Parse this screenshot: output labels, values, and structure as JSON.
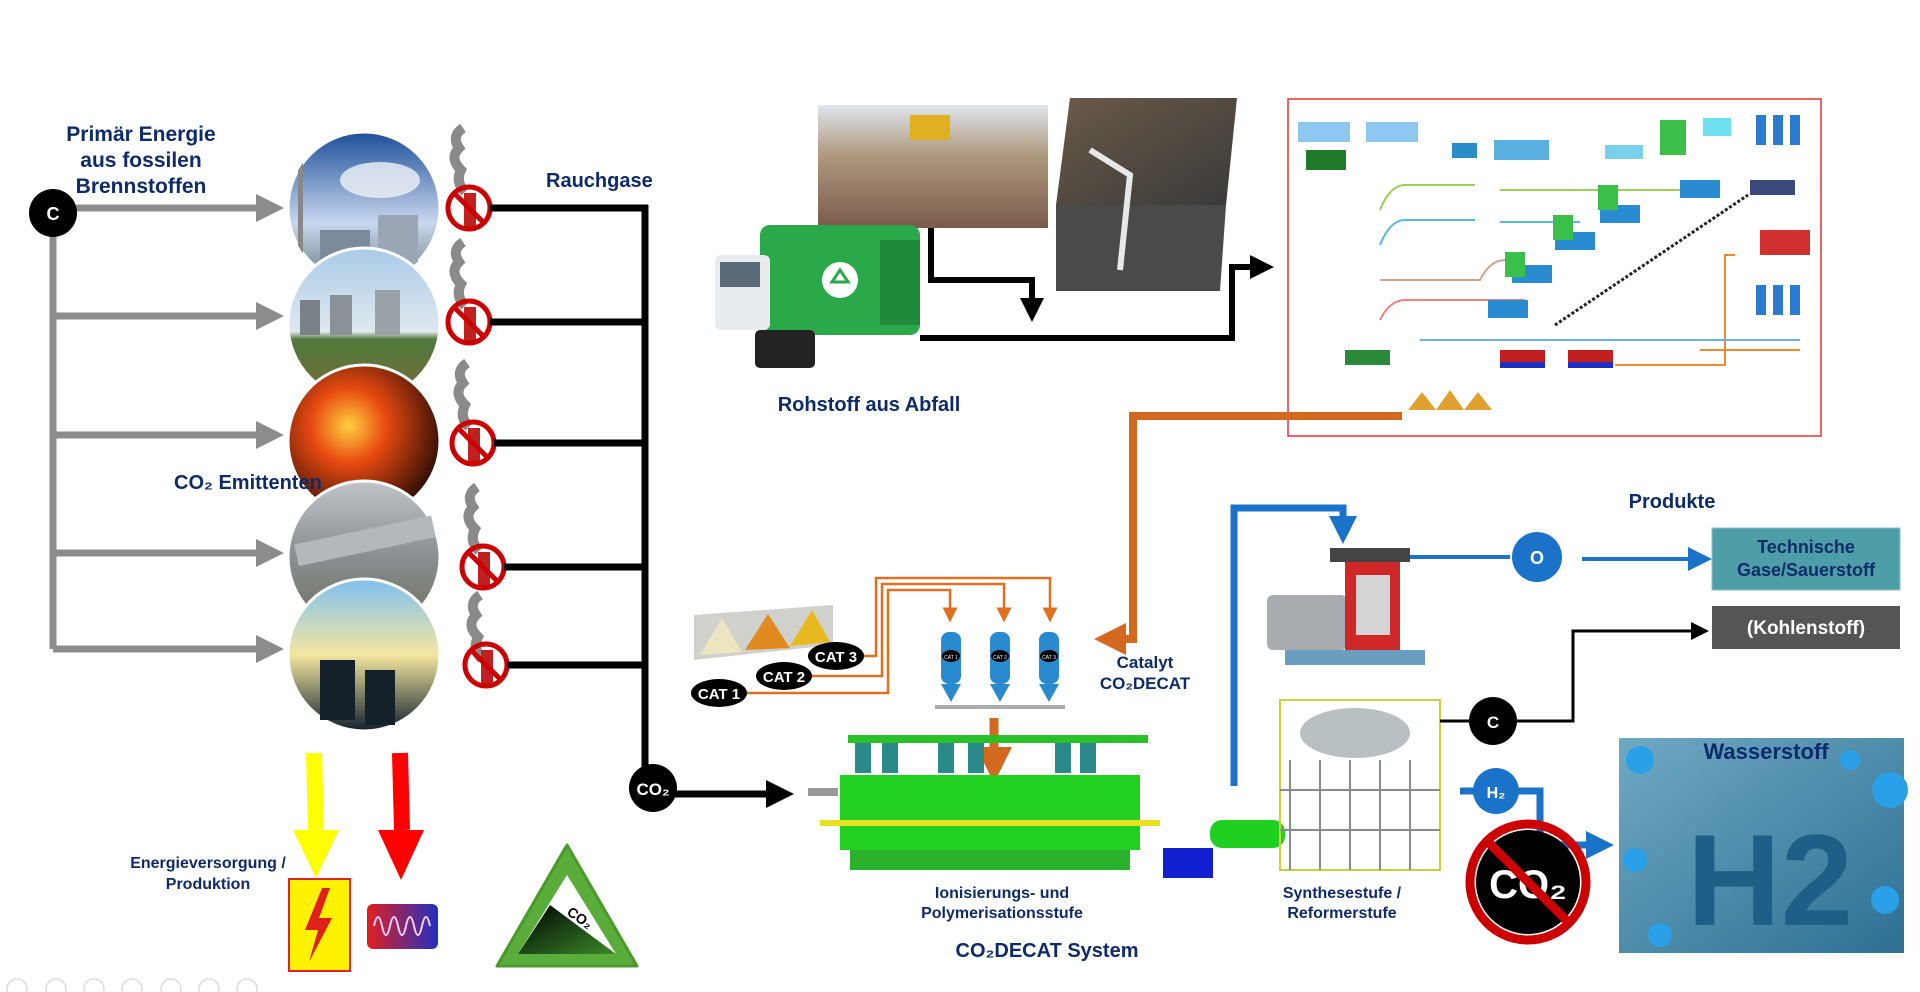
{
  "left": {
    "source_title": [
      "Primär Energie",
      "aus fossilen",
      "Brennstoffen"
    ],
    "carbon_node": "C",
    "emitters_label": "CO₂ Emittenten",
    "flue_gas_label": "Rauchgase",
    "co2_node": "CO₂",
    "energy_label": [
      "Energieversorgung /",
      "Produktion"
    ],
    "co2_sign_text": "CO₂"
  },
  "waste": {
    "label": "Rohstoff aus Abfall"
  },
  "catalyst": {
    "labels": [
      "CAT 1",
      "CAT 2",
      "CAT 3"
    ],
    "silo_labels": [
      "CAT 1",
      "CAT 2",
      "CAT 3"
    ],
    "title": [
      "Catalyt",
      "CO₂DECAT"
    ]
  },
  "process": {
    "stage1": [
      "Ionisierungs- und",
      "Polymerisationsstufe"
    ],
    "stage2": [
      "Synthesestufe /",
      "Reformerstufe"
    ],
    "system_title": "CO₂DECAT System"
  },
  "products": {
    "title": "Produkte",
    "oxygen_node": "O",
    "carbon_node": "C",
    "hydrogen_node": "H₂",
    "gases_box": [
      "Technische",
      "Gase/Sauerstoff"
    ],
    "carbon_box": "(Kohlenstoff)",
    "hydrogen_title": "Wasserstoff",
    "hydrogen_symbol": "H2",
    "no_co2_text": "CO₂"
  },
  "colors": {
    "navy_text": "#0d2a6b",
    "gray_flow": "#8c8c8c",
    "flue_gas": "#000000",
    "catalyst_flow": "#d2691e",
    "blue_flow": "#1a73c8",
    "gases_box": "#4e9ea8",
    "carbon_box": "#555555",
    "plant_frame": "#e53030"
  }
}
